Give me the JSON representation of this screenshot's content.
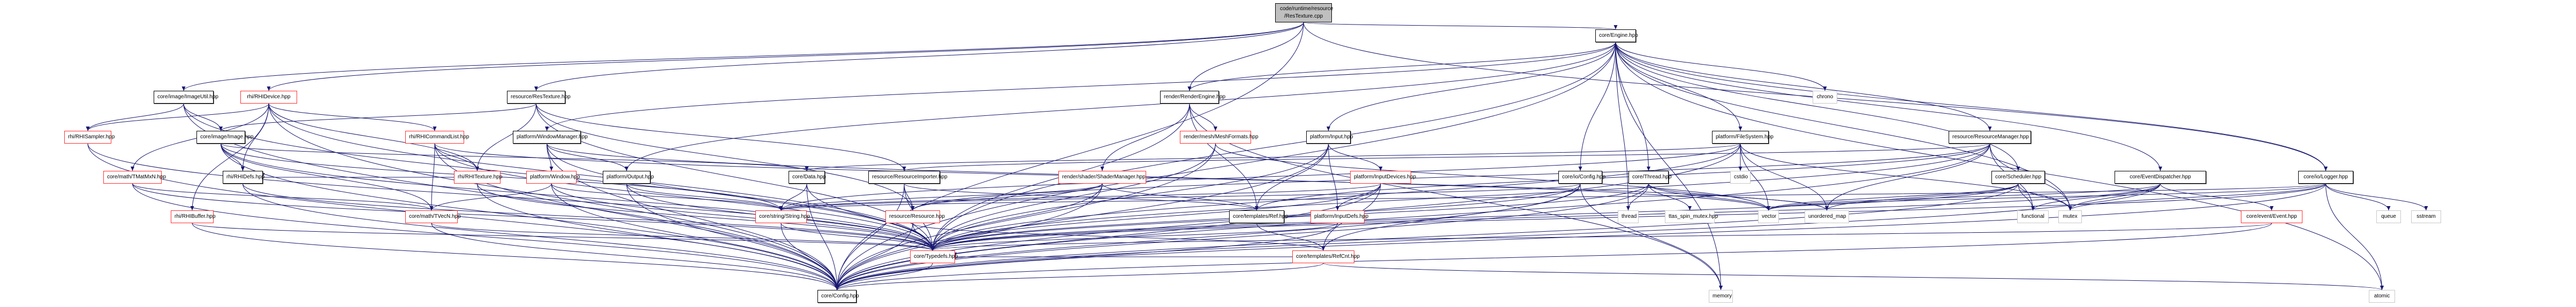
{
  "graph": {
    "title": "Include dependency graph",
    "root": "code/runtime/resource/ResTexture.cpp",
    "legend": {
      "edge_color": "#191970",
      "red_border": "#ff3030",
      "black_border": "#000000",
      "gray_border": "#c8c8c8",
      "root_fill": "#bfbfbf"
    },
    "nodes": [
      {
        "id": "root",
        "label": "code/runtime/resource\n/ResTexture.cpp",
        "style": "root"
      },
      {
        "id": "engine",
        "label": "core/Engine.hpp",
        "style": "black"
      },
      {
        "id": "imageutil",
        "label": "core/image/ImageUtil.hpp",
        "style": "black"
      },
      {
        "id": "rhidevice",
        "label": "rhi/RHIDevice.hpp",
        "style": "red"
      },
      {
        "id": "restexture",
        "label": "resource/ResTexture.hpp",
        "style": "black"
      },
      {
        "id": "renderengine",
        "label": "render/RenderEngine.hpp",
        "style": "black"
      },
      {
        "id": "chrono",
        "label": "chrono",
        "style": "gray"
      },
      {
        "id": "rhisampler",
        "label": "rhi/RHISampler.hpp",
        "style": "red"
      },
      {
        "id": "image",
        "label": "core/image/Image.hpp",
        "style": "black"
      },
      {
        "id": "rhicmdlist",
        "label": "rhi/RHICommandList.hpp",
        "style": "red"
      },
      {
        "id": "windowmanager",
        "label": "platform/WindowManager.hpp",
        "style": "black"
      },
      {
        "id": "meshformats",
        "label": "render/mesh/MeshFormats.hpp",
        "style": "red"
      },
      {
        "id": "input",
        "label": "platform/Input.hpp",
        "style": "black"
      },
      {
        "id": "filesystem",
        "label": "platform/FileSystem.hpp",
        "style": "black"
      },
      {
        "id": "resmanager",
        "label": "resource/ResourceManager.hpp",
        "style": "black"
      },
      {
        "id": "tmatmxn",
        "label": "core/math/TMatMxN.hpp",
        "style": "red"
      },
      {
        "id": "rhidefs",
        "label": "rhi/RHIDefs.hpp",
        "style": "black"
      },
      {
        "id": "rhitexture",
        "label": "rhi/RHITexture.hpp",
        "style": "red"
      },
      {
        "id": "window",
        "label": "platform/Window.hpp",
        "style": "red"
      },
      {
        "id": "output",
        "label": "platform/Output.hpp",
        "style": "black"
      },
      {
        "id": "data",
        "label": "core/Data.hpp",
        "style": "black"
      },
      {
        "id": "resimporter",
        "label": "resource/ResourceImporter.hpp",
        "style": "black"
      },
      {
        "id": "shadermanager",
        "label": "render/shader/ShaderManager.hpp",
        "style": "red"
      },
      {
        "id": "inputdevices",
        "label": "platform/InputDevices.hpp",
        "style": "red"
      },
      {
        "id": "ioconfig",
        "label": "core/io/Config.hpp",
        "style": "black"
      },
      {
        "id": "thread_hpp",
        "label": "core/Thread.hpp",
        "style": "black"
      },
      {
        "id": "cstdio",
        "label": "cstdio",
        "style": "gray"
      },
      {
        "id": "scheduler",
        "label": "core/Scheduler.hpp",
        "style": "black"
      },
      {
        "id": "eventdispatcher",
        "label": "core/EventDispatcher.hpp",
        "style": "black"
      },
      {
        "id": "logger",
        "label": "core/io/Logger.hpp",
        "style": "black"
      },
      {
        "id": "rhibuffer",
        "label": "rhi/RHIBuffer.hpp",
        "style": "red"
      },
      {
        "id": "tvecn",
        "label": "core/math/TVecN.hpp",
        "style": "red"
      },
      {
        "id": "string",
        "label": "core/string/String.hpp",
        "style": "red"
      },
      {
        "id": "resource",
        "label": "resource/Resource.hpp",
        "style": "red"
      },
      {
        "id": "ref",
        "label": "core/templates/Ref.hpp",
        "style": "black"
      },
      {
        "id": "inputdefs",
        "label": "platform/InputDefs.hpp",
        "style": "red"
      },
      {
        "id": "thread",
        "label": "thread",
        "style": "gray"
      },
      {
        "id": "ttas",
        "label": "ttas_spin_mutex.hpp",
        "style": "gray"
      },
      {
        "id": "vector",
        "label": "vector",
        "style": "gray"
      },
      {
        "id": "unordered_map",
        "label": "unordered_map",
        "style": "gray"
      },
      {
        "id": "functional",
        "label": "functional",
        "style": "gray"
      },
      {
        "id": "mutex",
        "label": "mutex",
        "style": "gray"
      },
      {
        "id": "event",
        "label": "core/event/Event.hpp",
        "style": "red"
      },
      {
        "id": "queue",
        "label": "queue",
        "style": "gray"
      },
      {
        "id": "sstream",
        "label": "sstream",
        "style": "gray"
      },
      {
        "id": "typedefs",
        "label": "core/Typedefs.hpp",
        "style": "red"
      },
      {
        "id": "refcnt",
        "label": "core/templates/RefCnt.hpp",
        "style": "red"
      },
      {
        "id": "config",
        "label": "core/Config.hpp",
        "style": "black"
      },
      {
        "id": "memory",
        "label": "memory",
        "style": "gray"
      },
      {
        "id": "atomic",
        "label": "atomic",
        "style": "gray"
      }
    ],
    "edges": [
      [
        "root",
        "engine"
      ],
      [
        "root",
        "imageutil"
      ],
      [
        "root",
        "rhidevice"
      ],
      [
        "root",
        "restexture"
      ],
      [
        "root",
        "config"
      ],
      [
        "root",
        "renderengine"
      ],
      [
        "root",
        "logger"
      ],
      [
        "engine",
        "chrono"
      ],
      [
        "engine",
        "renderengine"
      ],
      [
        "engine",
        "input"
      ],
      [
        "engine",
        "filesystem"
      ],
      [
        "engine",
        "resmanager"
      ],
      [
        "engine",
        "ioconfig"
      ],
      [
        "engine",
        "thread_hpp"
      ],
      [
        "engine",
        "thread"
      ],
      [
        "engine",
        "scheduler"
      ],
      [
        "engine",
        "eventdispatcher"
      ],
      [
        "engine",
        "logger"
      ],
      [
        "engine",
        "windowmanager"
      ],
      [
        "engine",
        "output"
      ],
      [
        "engine",
        "typedefs"
      ],
      [
        "engine",
        "config"
      ],
      [
        "engine",
        "memory"
      ],
      [
        "engine",
        "atomic"
      ],
      [
        "engine",
        "mutex"
      ],
      [
        "imageutil",
        "image"
      ],
      [
        "imageutil",
        "typedefs"
      ],
      [
        "imageutil",
        "config"
      ],
      [
        "imageutil",
        "rhisampler"
      ],
      [
        "rhidevice",
        "rhisampler"
      ],
      [
        "rhidevice",
        "rhicmdlist"
      ],
      [
        "rhidevice",
        "rhidefs"
      ],
      [
        "rhidevice",
        "rhitexture"
      ],
      [
        "rhidevice",
        "rhibuffer"
      ],
      [
        "rhidevice",
        "tmatmxn"
      ],
      [
        "rhidevice",
        "typedefs"
      ],
      [
        "rhidevice",
        "config"
      ],
      [
        "restexture",
        "image"
      ],
      [
        "restexture",
        "rhitexture"
      ],
      [
        "restexture",
        "resimporter"
      ],
      [
        "restexture",
        "resource"
      ],
      [
        "restexture",
        "typedefs"
      ],
      [
        "image",
        "rhidefs"
      ],
      [
        "image",
        "data"
      ],
      [
        "image",
        "tvecn"
      ],
      [
        "image",
        "typedefs"
      ],
      [
        "image",
        "config"
      ],
      [
        "image",
        "string"
      ],
      [
        "rhicmdlist",
        "rhitexture"
      ],
      [
        "rhicmdlist",
        "tvecn"
      ],
      [
        "rhicmdlist",
        "typedefs"
      ],
      [
        "rhicmdlist",
        "config"
      ],
      [
        "rhicmdlist",
        "unordered_map"
      ],
      [
        "rhisampler",
        "typedefs"
      ],
      [
        "rhisampler",
        "config"
      ],
      [
        "windowmanager",
        "window"
      ],
      [
        "windowmanager",
        "output"
      ],
      [
        "windowmanager",
        "typedefs"
      ],
      [
        "windowmanager",
        "config"
      ],
      [
        "windowmanager",
        "vector"
      ],
      [
        "window",
        "tvecn"
      ],
      [
        "window",
        "string"
      ],
      [
        "window",
        "typedefs"
      ],
      [
        "window",
        "config"
      ],
      [
        "output",
        "string"
      ],
      [
        "output",
        "typedefs"
      ],
      [
        "output",
        "config"
      ],
      [
        "data",
        "string"
      ],
      [
        "data",
        "typedefs"
      ],
      [
        "data",
        "config"
      ],
      [
        "renderengine",
        "meshformats"
      ],
      [
        "renderengine",
        "shadermanager"
      ],
      [
        "renderengine",
        "typedefs"
      ],
      [
        "renderengine",
        "ref"
      ],
      [
        "renderengine",
        "memory"
      ],
      [
        "meshformats",
        "typedefs"
      ],
      [
        "meshformats",
        "config"
      ],
      [
        "meshformats",
        "vector"
      ],
      [
        "shadermanager",
        "resource"
      ],
      [
        "shadermanager",
        "ref"
      ],
      [
        "shadermanager",
        "typedefs"
      ],
      [
        "shadermanager",
        "config"
      ],
      [
        "shadermanager",
        "string"
      ],
      [
        "input",
        "inputdevices"
      ],
      [
        "input",
        "inputdefs"
      ],
      [
        "input",
        "ref"
      ],
      [
        "input",
        "typedefs"
      ],
      [
        "input",
        "config"
      ],
      [
        "inputdevices",
        "inputdefs"
      ],
      [
        "inputdevices",
        "refcnt"
      ],
      [
        "inputdevices",
        "string"
      ],
      [
        "inputdevices",
        "typedefs"
      ],
      [
        "inputdevices",
        "config"
      ],
      [
        "inputdefs",
        "typedefs"
      ],
      [
        "inputdefs",
        "config"
      ],
      [
        "filesystem",
        "cstdio"
      ],
      [
        "filesystem",
        "vector"
      ],
      [
        "filesystem",
        "unordered_map"
      ],
      [
        "filesystem",
        "mutex"
      ],
      [
        "filesystem",
        "data"
      ],
      [
        "filesystem",
        "string"
      ],
      [
        "filesystem",
        "typedefs"
      ],
      [
        "filesystem",
        "config"
      ],
      [
        "resmanager",
        "resimporter"
      ],
      [
        "resmanager",
        "resource"
      ],
      [
        "resmanager",
        "ref"
      ],
      [
        "resmanager",
        "unordered_map"
      ],
      [
        "resmanager",
        "mutex"
      ],
      [
        "resmanager",
        "functional"
      ],
      [
        "resmanager",
        "typedefs"
      ],
      [
        "resmanager",
        "config"
      ],
      [
        "resimporter",
        "resource"
      ],
      [
        "resimporter",
        "typedefs"
      ],
      [
        "resimporter",
        "config"
      ],
      [
        "resimporter",
        "ref"
      ],
      [
        "resource",
        "typedefs"
      ],
      [
        "resource",
        "config"
      ],
      [
        "resource",
        "refcnt"
      ],
      [
        "ioconfig",
        "string"
      ],
      [
        "ioconfig",
        "typedefs"
      ],
      [
        "ioconfig",
        "config"
      ],
      [
        "ioconfig",
        "memory"
      ],
      [
        "ioconfig",
        "refcnt"
      ],
      [
        "thread_hpp",
        "thread"
      ],
      [
        "thread_hpp",
        "ttas"
      ],
      [
        "thread_hpp",
        "typedefs"
      ],
      [
        "thread_hpp",
        "config"
      ],
      [
        "thread_hpp",
        "vector"
      ],
      [
        "thread_hpp",
        "unordered_map"
      ],
      [
        "scheduler",
        "unordered_map"
      ],
      [
        "scheduler",
        "vector"
      ],
      [
        "scheduler",
        "functional"
      ],
      [
        "scheduler",
        "mutex"
      ],
      [
        "scheduler",
        "typedefs"
      ],
      [
        "scheduler",
        "config"
      ],
      [
        "eventdispatcher",
        "event"
      ],
      [
        "eventdispatcher",
        "mutex"
      ],
      [
        "eventdispatcher",
        "typedefs"
      ],
      [
        "eventdispatcher",
        "config"
      ],
      [
        "eventdispatcher",
        "functional"
      ],
      [
        "eventdispatcher",
        "vector"
      ],
      [
        "event",
        "typedefs"
      ],
      [
        "event",
        "config"
      ],
      [
        "logger",
        "queue"
      ],
      [
        "logger",
        "sstream"
      ],
      [
        "logger",
        "atomic"
      ],
      [
        "logger",
        "mutex"
      ],
      [
        "logger",
        "string"
      ],
      [
        "logger",
        "typedefs"
      ],
      [
        "logger",
        "config"
      ],
      [
        "logger",
        "vector"
      ],
      [
        "tmatmxn",
        "tvecn"
      ],
      [
        "tmatmxn",
        "typedefs"
      ],
      [
        "tmatmxn",
        "config"
      ],
      [
        "tvecn",
        "typedefs"
      ],
      [
        "tvecn",
        "config"
      ],
      [
        "rhidefs",
        "typedefs"
      ],
      [
        "rhidefs",
        "config"
      ],
      [
        "rhitexture",
        "rhidefs"
      ],
      [
        "rhitexture",
        "typedefs"
      ],
      [
        "rhitexture",
        "config"
      ],
      [
        "rhibuffer",
        "typedefs"
      ],
      [
        "rhibuffer",
        "config"
      ],
      [
        "string",
        "typedefs"
      ],
      [
        "string",
        "config"
      ],
      [
        "ref",
        "refcnt"
      ],
      [
        "refcnt",
        "typedefs"
      ],
      [
        "refcnt",
        "config"
      ],
      [
        "refcnt",
        "atomic"
      ],
      [
        "typedefs",
        "config"
      ]
    ]
  }
}
